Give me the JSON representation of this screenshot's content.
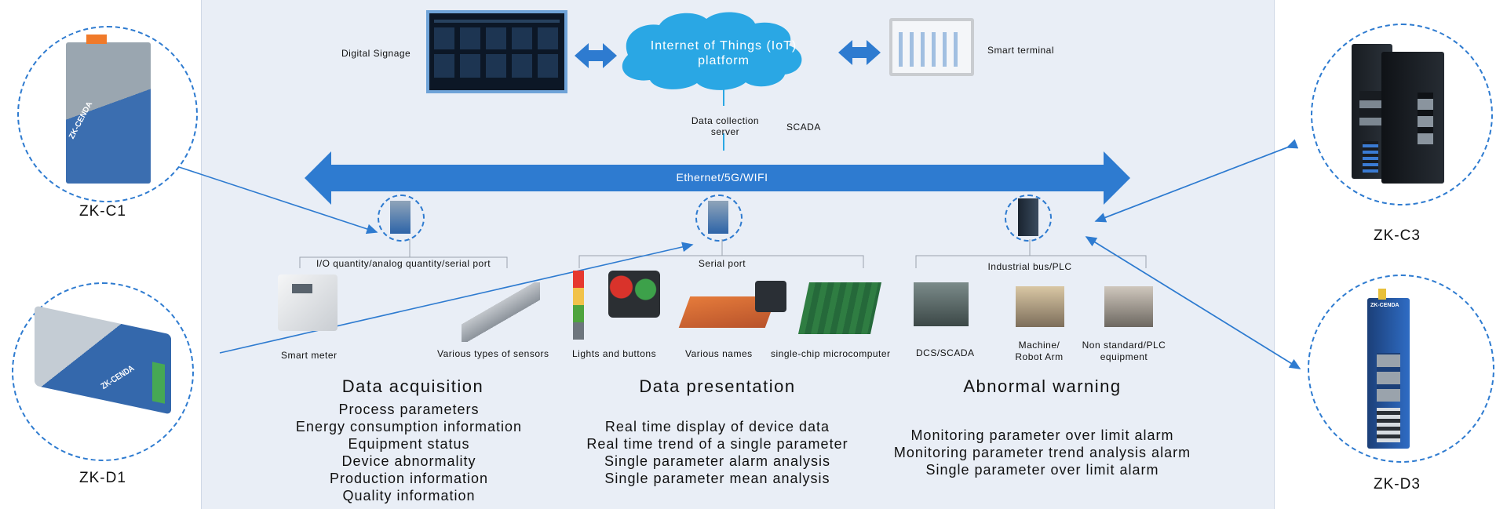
{
  "top": {
    "digital_signage": "Digital Signage",
    "iot_platform": [
      "Internet of Things (IoT)",
      "platform"
    ],
    "smart_terminal": "Smart terminal",
    "data_collection_server": [
      "Data collection",
      "server"
    ],
    "scada": "SCADA",
    "network": "Ethernet/5G/WIFI"
  },
  "groups": {
    "io": "I/O quantity/analog quantity/serial port",
    "serial": "Serial port",
    "bus": "Industrial bus/PLC"
  },
  "items": {
    "smart_meter": "Smart meter",
    "sensors": "Various types of sensors",
    "lights": "Lights and buttons",
    "names": "Various names",
    "mcu": "single-chip microcomputer",
    "dcs": "DCS/SCADA",
    "robot": [
      "Machine/",
      "Robot Arm"
    ],
    "plc": [
      "Non standard/PLC",
      "equipment"
    ]
  },
  "sections": {
    "acquisition": {
      "title": "Data acquisition",
      "lines": [
        "Process parameters",
        "Energy consumption information",
        "Equipment status",
        "Device abnormality",
        "Production information",
        "Quality information"
      ]
    },
    "presentation": {
      "title": "Data presentation",
      "lines": [
        "Real time display of device data",
        "Real time trend of a single parameter",
        "Single parameter alarm analysis",
        "Single parameter mean analysis"
      ]
    },
    "warning": {
      "title": "Abnormal warning",
      "lines": [
        "Monitoring parameter over limit alarm",
        "Monitoring parameter trend analysis alarm",
        "Single parameter over limit alarm"
      ]
    }
  },
  "devices": {
    "c1": "ZK-C1",
    "d1": "ZK-D1",
    "c3": "ZK-C3",
    "d3": "ZK-D3",
    "brand": "ZK-CENDA"
  },
  "colors": {
    "accent": "#2e7bd0",
    "cloud": "#2aa7e4",
    "panel": "#e9eef6"
  }
}
